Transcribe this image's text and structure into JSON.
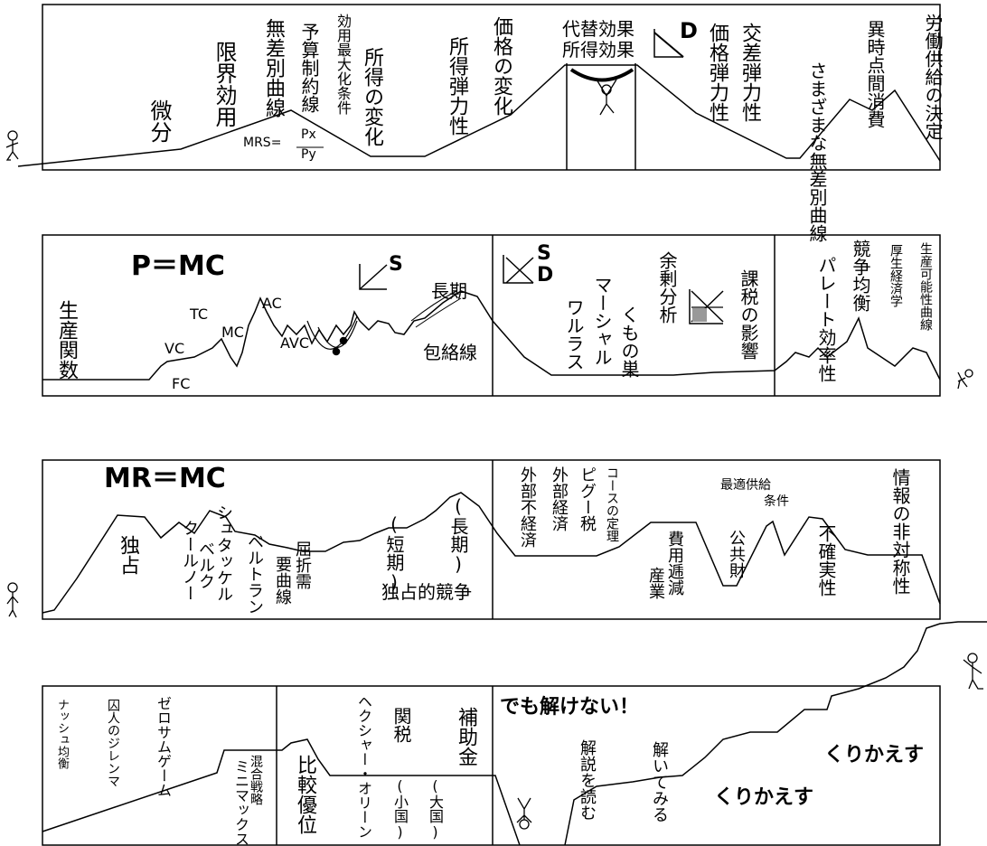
{
  "row1": {
    "bidan": "微分",
    "genkai_koyo": "限界効用",
    "mutabetsu": "無差別曲線",
    "yosan": "予算制約線",
    "koyo_saidaika": "効用最大化条件",
    "mrs": "MRS=",
    "px": "Px",
    "py": "Py",
    "shotoku_henka": "所得の変化",
    "shotoku_danryoku": "所得弾力性",
    "kakaku_henka": "価格の変化",
    "daitai_koka": "代替効果",
    "shotoku_koka": "所得効果",
    "d_label": "D",
    "kakaku_danryoku": "価格弾力性",
    "kosa_danryoku": "交差弾力性",
    "samazama": "さまざまな無差別曲線",
    "ijikan_shohi": "異時点間消費",
    "rodo_kyokyu": "労働供給の決定"
  },
  "row2": {
    "p_mc": "P＝MC",
    "s_label": "S",
    "seisan_kansu": "生産関数",
    "vc": "VC",
    "tc": "TC",
    "mc": "MC",
    "ac": "AC",
    "avc": "AVC",
    "fc": "FC",
    "choki": "長期",
    "horakusen": "包絡線",
    "sd_s": "S",
    "sd_d": "D",
    "walras": "ワルラス",
    "marshall": "マーシャル",
    "kumonosu": "くもの巣",
    "joyo_bunseki": "余剰分析",
    "kazei_eikyo": "課税の影響",
    "pareto": "パレート効率性",
    "kyoso_kinko": "競争均衡",
    "kosei_keizai": "厚生経済学",
    "seisan_kanosei": "生産可能性曲線"
  },
  "row3": {
    "mr_mc": "MR＝MC",
    "dokusen": "独占",
    "cournot": "クールノー",
    "stackelberg1": "シュタッケル",
    "stackelberg2": "ベルク",
    "bertrand": "ベルトラン",
    "kussetsu1": "屈折需",
    "kussetsu2": "要曲線",
    "tanki": "(短期)",
    "choki": "(長期)",
    "dokusenteki": "独占的競争",
    "gaibu_fukeizai": "外部不経済",
    "gaibu_keizai": "外部経済",
    "pigou": "ピグー税",
    "coase": "コースの定理",
    "hiyo_teigen1": "費用逓減",
    "hiyo_teigen2": "産業",
    "kokyozai": "公共財",
    "saiteki1": "最適供給",
    "saiteki2": "条件",
    "fukakujitsu": "不確実性",
    "johono": "情報の非対称性"
  },
  "row4": {
    "nash": "ナッシュ均衡",
    "shujin": "囚人のジレンマ",
    "zerosum": "ゼロサムゲーム",
    "minimax": "ミニマックス",
    "kongo": "混合戦略",
    "hikaku": "比較優位",
    "hecksher": "ヘクシャー・オリーン",
    "kanzei": "関税",
    "shokoku": "(小国)",
    "taikoku": "(大国)",
    "hojokin": "補助金",
    "demo": "でも解けない！",
    "kaisetsu": "解説を読む",
    "toite": "解いてみる",
    "kurikaesu1": "くりかえす",
    "kurikaesu2": "くりかえす"
  }
}
